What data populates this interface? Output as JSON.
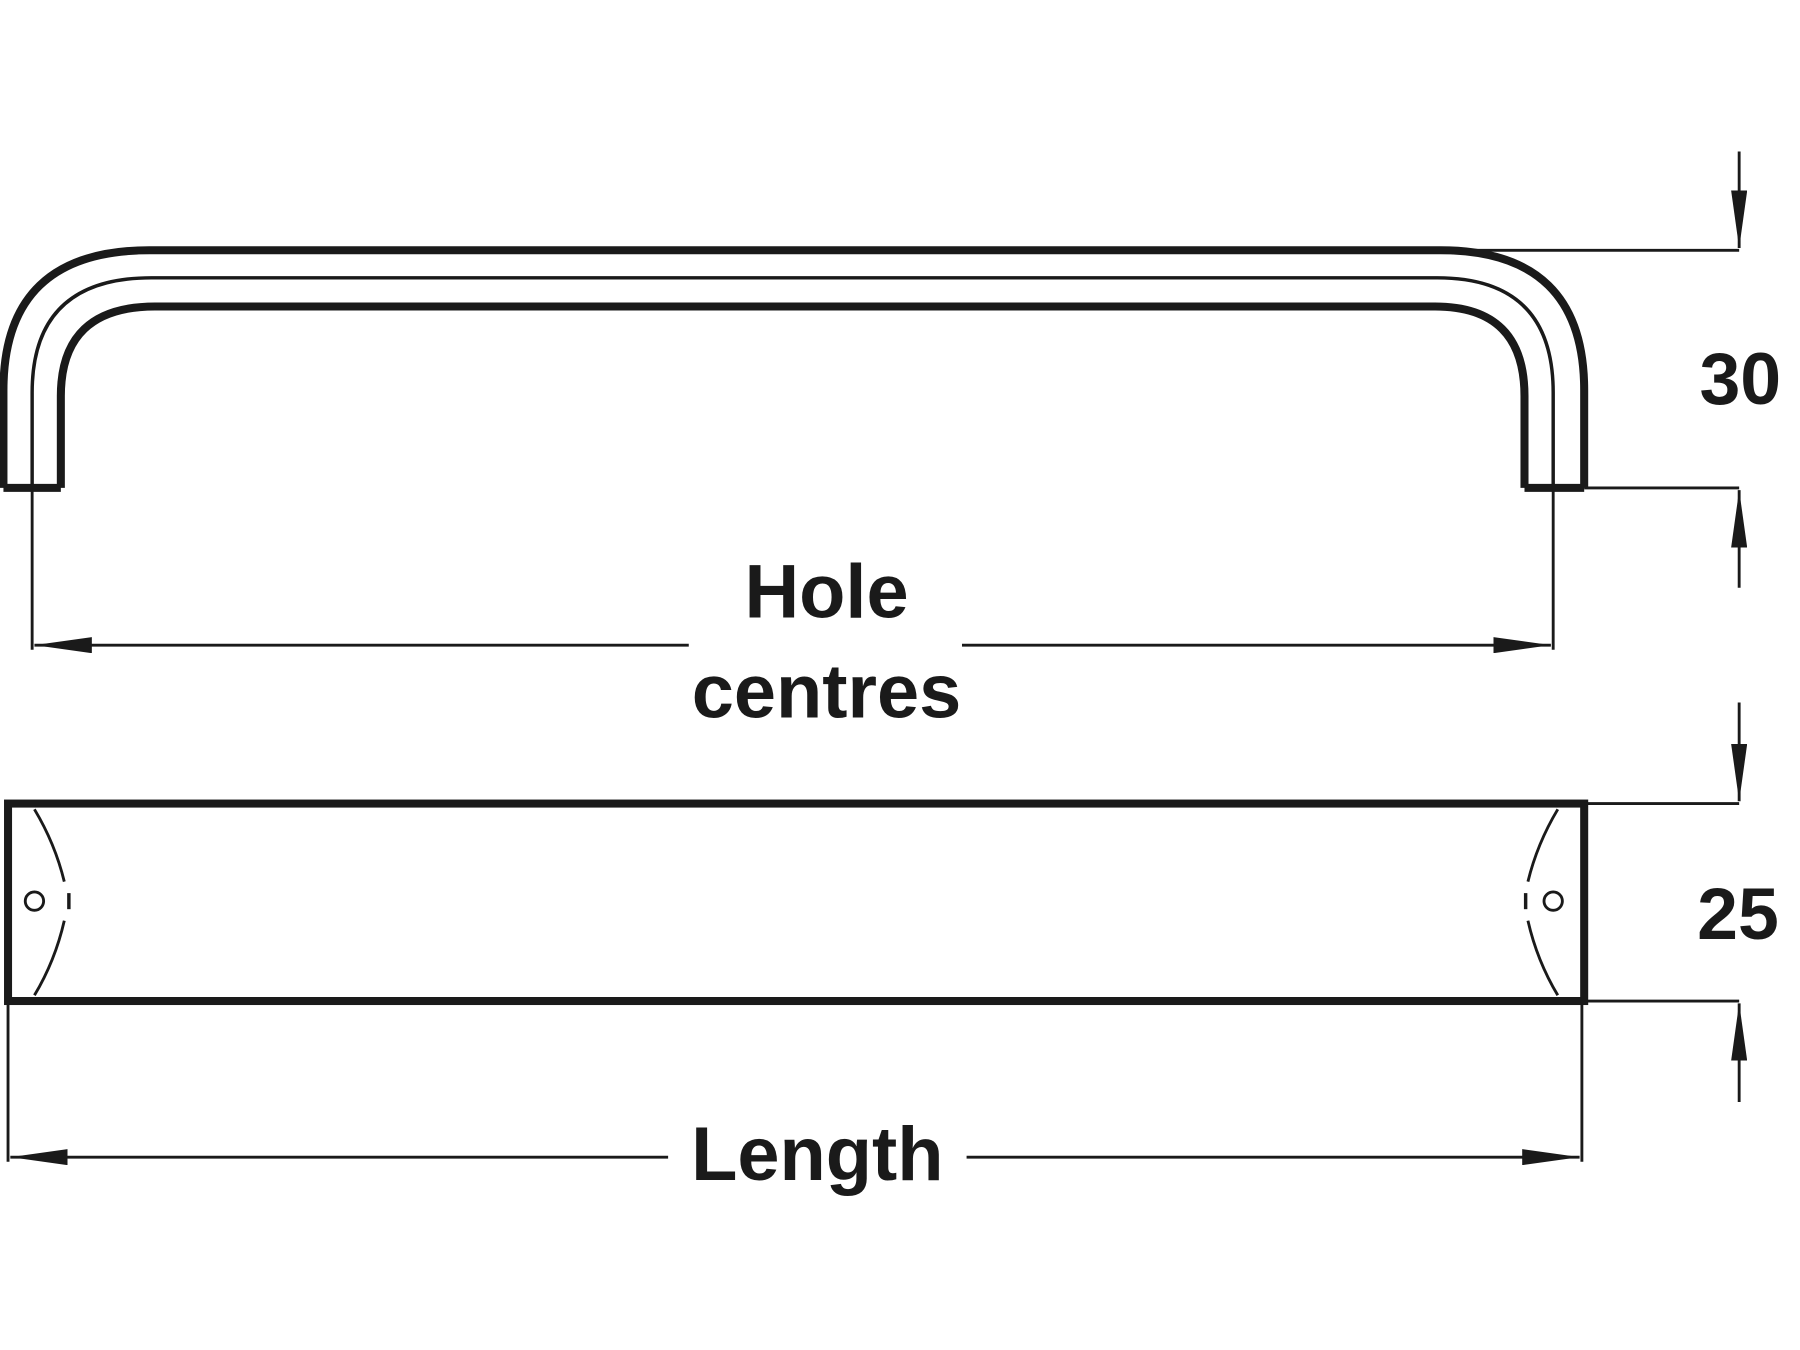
{
  "colors": {
    "line": "#1a1a1a",
    "background": "#ffffff"
  },
  "labels": {
    "hole_line1": "Hole",
    "hole_line2": "centres",
    "length": "Length",
    "height_dim": "30",
    "width_dim": "25"
  }
}
